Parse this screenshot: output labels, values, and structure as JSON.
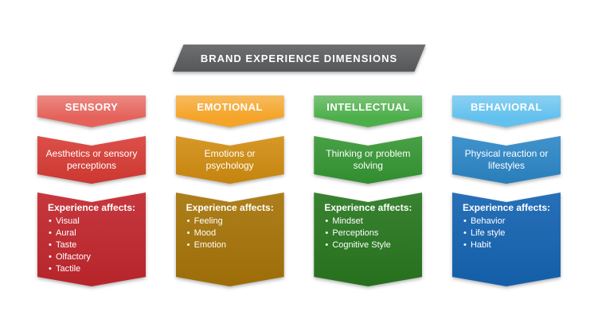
{
  "banner": {
    "title": "BRAND EXPERIENCE DIMENSIONS",
    "color": "#58595b"
  },
  "columns": [
    {
      "id": "sensory",
      "header": "SENSORY",
      "description": "Aesthetics or sensory perceptions",
      "affects_title": "Experience affects:",
      "affects": [
        "Visual",
        "Aural",
        "Taste",
        "Olfactory",
        "Tactile"
      ],
      "colors": {
        "header": "#e5625a",
        "mid": "#d83b34",
        "dark": "#c1272d"
      }
    },
    {
      "id": "emotional",
      "header": "EMOTIONAL",
      "description": "Emotions or psychology",
      "affects_title": "Experience affects:",
      "affects": [
        "Feeling",
        "Mood",
        "Emotion"
      ],
      "colors": {
        "header": "#f4a428",
        "mid": "#d18c0f",
        "dark": "#a67408"
      }
    },
    {
      "id": "intellectual",
      "header": "INTELLECTUAL",
      "description": "Thinking or problem solving",
      "affects_title": "Experience affects:",
      "affects": [
        "Mindset",
        "Perceptions",
        "Cognitive Style"
      ],
      "colors": {
        "header": "#4daf4a",
        "mid": "#349532",
        "dark": "#28771f"
      }
    },
    {
      "id": "behavioral",
      "header": "BEHAVIORAL",
      "description": "Physical reaction or lifestyles",
      "affects_title": "Experience affects:",
      "affects": [
        "Behavior",
        "Life style",
        "Habit"
      ],
      "colors": {
        "header": "#63c1ee",
        "mid": "#2b86c6",
        "dark": "#1564b2"
      }
    }
  ]
}
